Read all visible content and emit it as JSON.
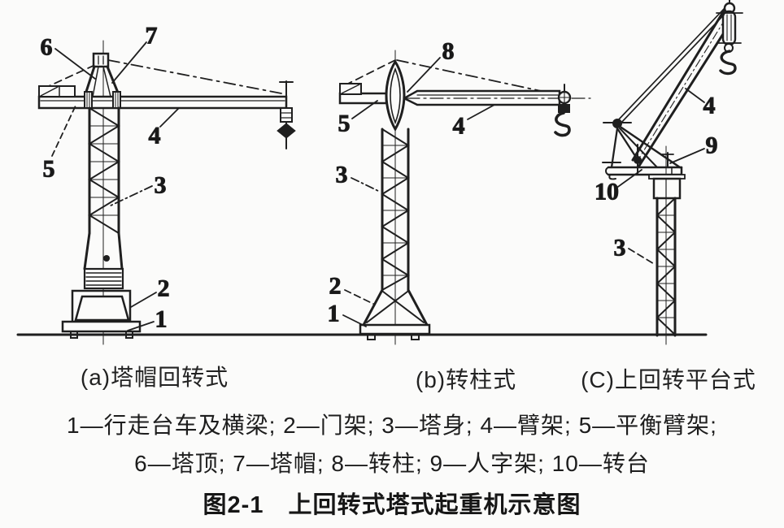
{
  "colors": {
    "ink": "#1f1f1f",
    "background": "#fbfbfa"
  },
  "figure": {
    "caption": "图2-1　上回转式塔式起重机示意图",
    "legend_line1": "1—行走台车及横梁; 2—门架; 3—塔身; 4—臂架; 5—平衡臂架;",
    "legend_line2": "6—塔顶; 7—塔帽; 8—转柱; 9—人字架; 10—转台"
  },
  "subfigures": {
    "a": {
      "caption": "(a)塔帽回转式"
    },
    "b": {
      "caption": "(b)转柱式"
    },
    "c": {
      "caption": "(C)上回转平台式"
    }
  },
  "labels": {
    "a": {
      "n6": "6",
      "n7": "7",
      "n5": "5",
      "n4": "4",
      "n3": "3",
      "n2": "2",
      "n1": "1"
    },
    "b": {
      "n8": "8",
      "n5": "5",
      "n4": "4",
      "n3": "3",
      "n2": "2",
      "n1": "1"
    },
    "c": {
      "n4": "4",
      "n9": "9",
      "n10": "10",
      "n3": "3"
    }
  }
}
